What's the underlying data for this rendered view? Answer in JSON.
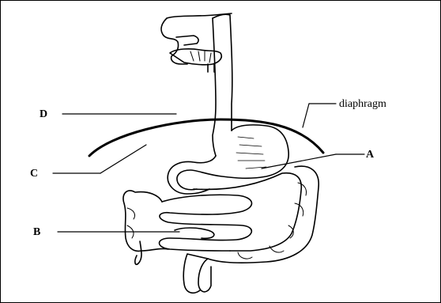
{
  "diagram": {
    "labels": {
      "d": "D",
      "c": "C",
      "b": "B",
      "a": "A",
      "diaphragm": "diaphragm"
    }
  }
}
